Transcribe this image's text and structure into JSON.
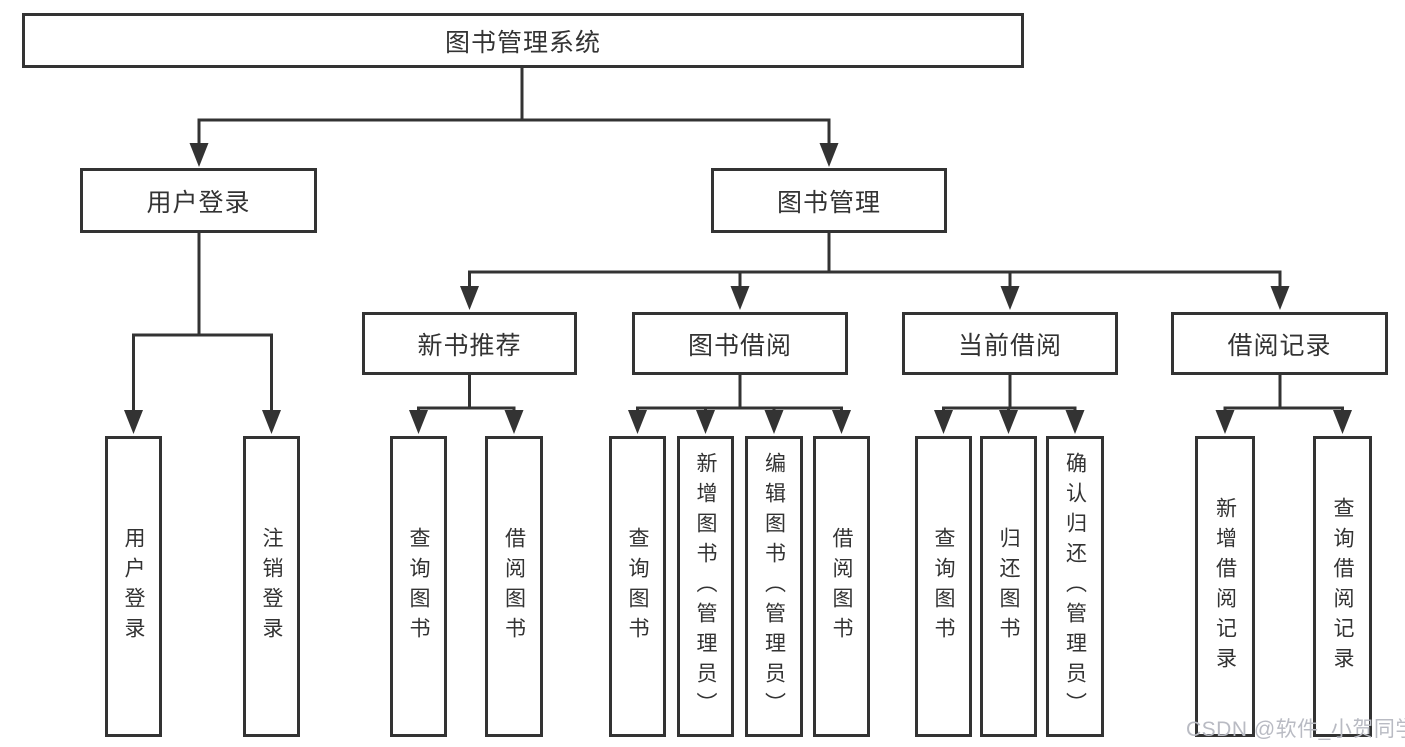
{
  "diagram_title": "图书管理系统",
  "tree": {
    "root": "图书管理系统",
    "level2": [
      "用户登录",
      "图书管理"
    ],
    "level3": [
      "新书推荐",
      "图书借阅",
      "当前借阅",
      "借阅记录"
    ],
    "leaves": [
      "用户登录",
      "注销登录",
      "查询图书",
      "借阅图书",
      "查询图书",
      "新增图书（管理员）",
      "编辑图书（管理员）",
      "借阅图书",
      "查询图书",
      "归还图书",
      "确认归还（管理员）",
      "新增借阅记录",
      "查询借阅记录"
    ]
  },
  "watermark": {
    "text": "CSDN @软件_小贺同学"
  },
  "colors": {
    "line": "#333333",
    "text": "#333333",
    "background": "#ffffff",
    "watermark": "#b9bbc3"
  }
}
